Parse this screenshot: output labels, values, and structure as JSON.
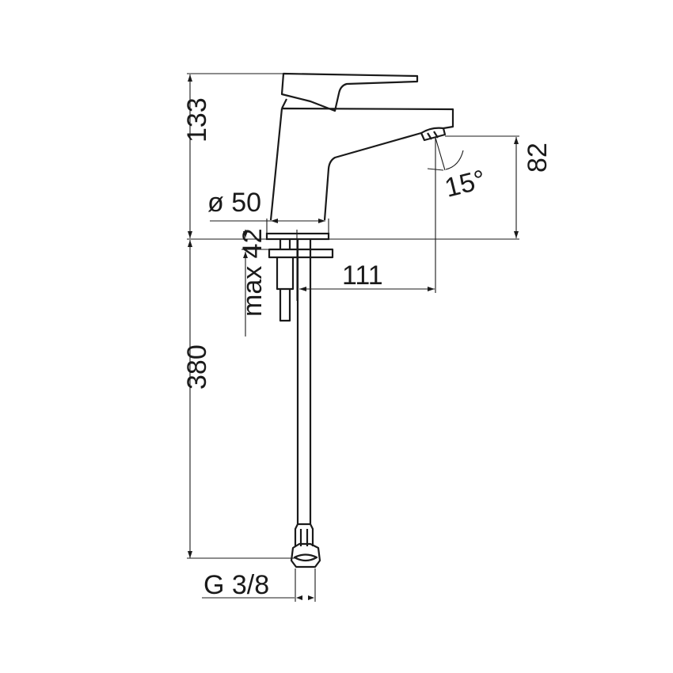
{
  "dimensions": {
    "total_height_above": "133",
    "base_diameter": "ø 50",
    "spout_height": "82",
    "spout_angle": "15°",
    "spout_reach": "111",
    "max_deck_thickness": "max 42",
    "hose_length": "380",
    "connection_thread": "G 3/8"
  }
}
